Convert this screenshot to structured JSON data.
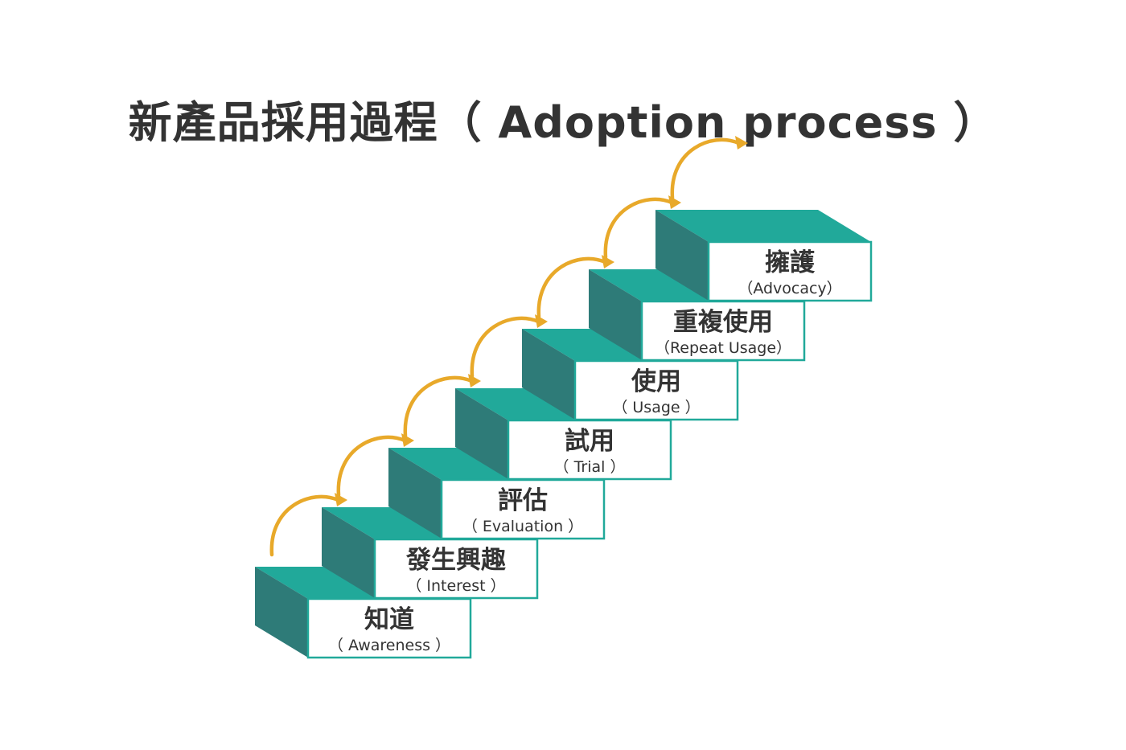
{
  "title": "新產品採用過程（ Adoption process ）",
  "colors": {
    "top": "#21a99a",
    "side": "#2e7b78",
    "border": "#21a99a",
    "arrow": "#e8a92a",
    "text": "#333333"
  },
  "steps": [
    {
      "zh": "知道",
      "en": "（ Awareness ）"
    },
    {
      "zh": "發生興趣",
      "en": "（ Interest ）"
    },
    {
      "zh": "評估",
      "en": "（ Evaluation ）"
    },
    {
      "zh": "試用",
      "en": "（ Trial ）"
    },
    {
      "zh": "使用",
      "en": "（ Usage ）"
    },
    {
      "zh": "重複使用",
      "en": "（Repeat Usage）"
    },
    {
      "zh": "擁護",
      "en": "（Advocacy）"
    }
  ]
}
